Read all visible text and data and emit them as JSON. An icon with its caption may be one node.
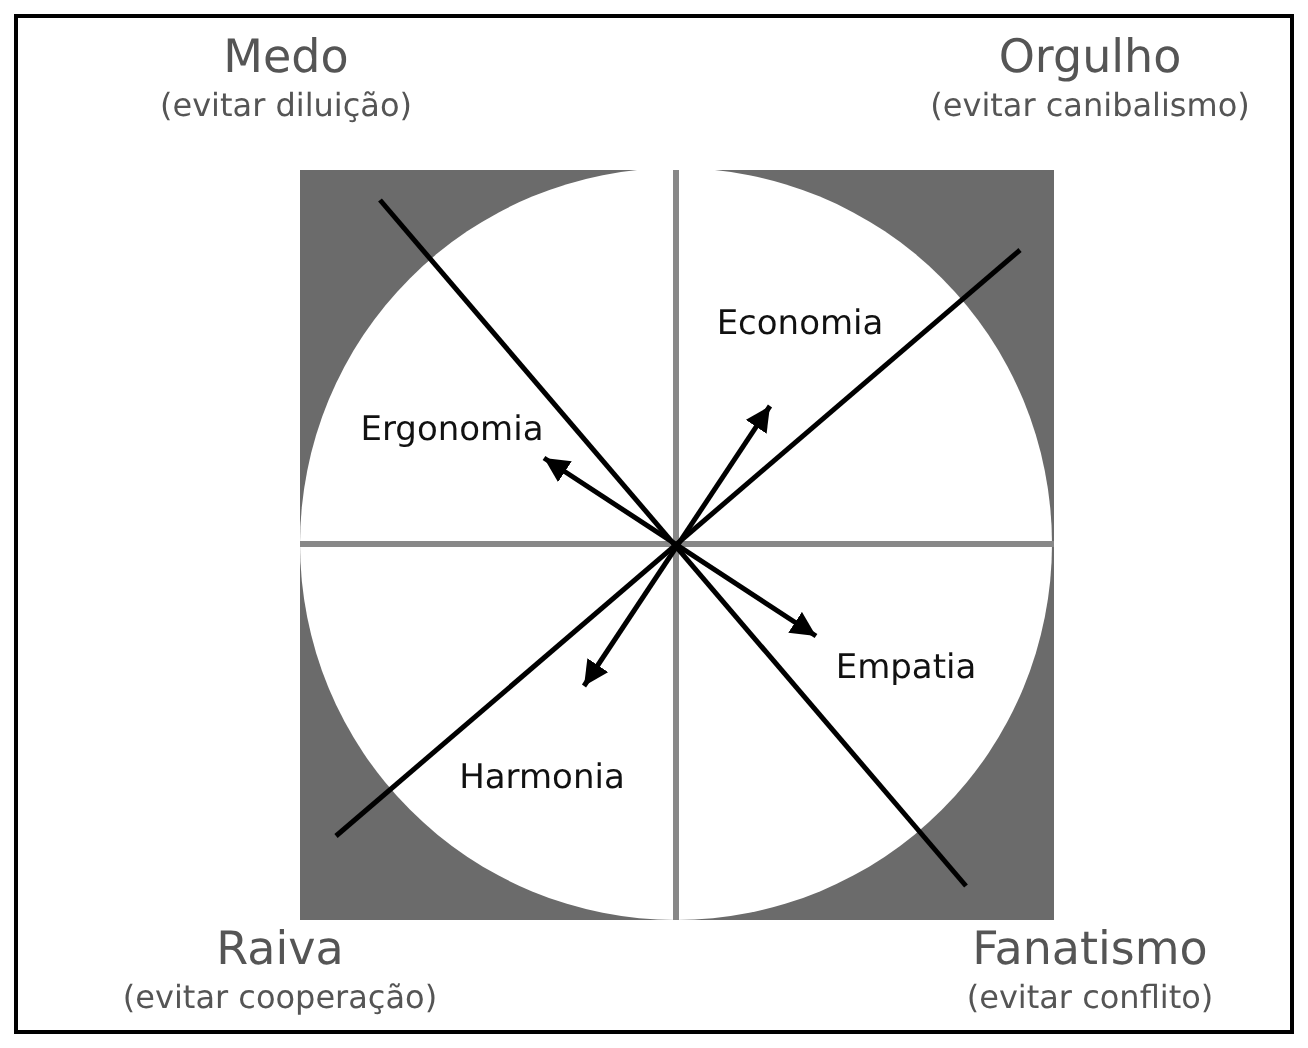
{
  "diagram": {
    "nodes": [
      {
        "text": [
          "Ergonomia"
        ]
      },
      {
        "text": [
          "Economia"
        ]
      },
      {
        "text": [
          "Empatia"
        ]
      },
      {
        "text": [
          "Harmonia"
        ]
      }
    ],
    "edges": [
      {
        "from": 0,
        "to": 2,
        "arrow": "both"
      },
      {
        "from": 1,
        "to": 3,
        "arrow": "both"
      }
    ],
    "labels": [
      "Medo",
      "(evitar diluição)",
      "Orgulho",
      "(evitar canibalismo)",
      "Raiva",
      "(evitar cooperação)",
      "Fanatismo",
      "(evitar conflito)"
    ]
  }
}
